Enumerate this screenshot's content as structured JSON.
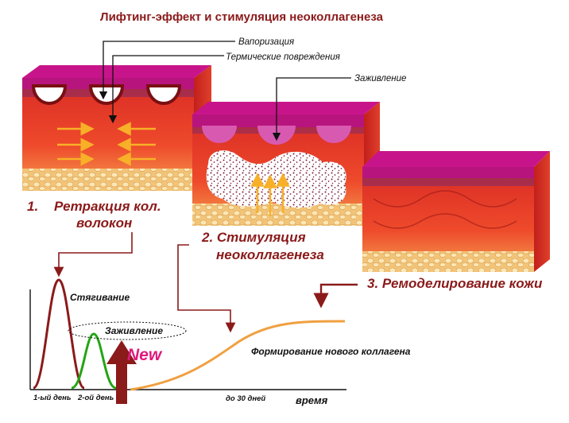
{
  "title": "Лифтинг-эффект и стимуляция неоколлагенеза",
  "labels": {
    "vaporization": "Вапоризация",
    "thermal_damage": "Термические повреждения",
    "healing_top": "Заживление"
  },
  "steps": {
    "step1_number": "1.",
    "step1_line1": "Ретракция кол.",
    "step1_line2": "волокон",
    "step2_line1": "2. Стимуляция",
    "step2_line2": "неоколлагенеза",
    "step3": "3. Ремоделирование кожи"
  },
  "graph": {
    "contraction": "Стягивание",
    "healing": "Заживление",
    "new_badge": "New",
    "collagen_formation": "Формирование нового коллагена",
    "day1": "1-ый день",
    "day2": "2-ой день",
    "day30": "до 30 дней",
    "time_axis": "время"
  },
  "colors": {
    "epidermis": "#b8147e",
    "dermis": "#e53a28",
    "dark_red": "#8b1a1a",
    "green": "#22a614",
    "orange": "#f0a040",
    "pink": "#e0197d"
  }
}
